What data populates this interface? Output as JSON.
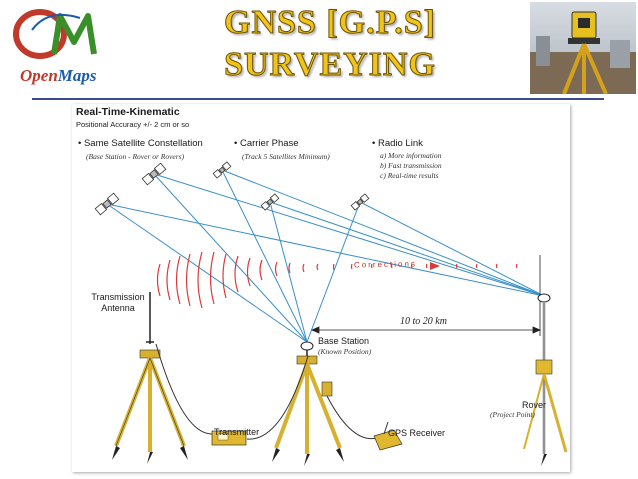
{
  "header": {
    "logo_text_open": "Open",
    "logo_text_maps": "Maps",
    "title_line1": "GNSS [G.P.S]",
    "title_line2": "SURVEYING"
  },
  "diagram": {
    "title": "Real-Time-Kinematic",
    "accuracy": "Positional Accuracy +/- 2 cm or so",
    "constellation": {
      "heading": "• Same Satellite Constellation",
      "note": "(Base Station - Rover or Rovers)"
    },
    "carrier": {
      "heading": "• Carrier Phase",
      "note": "(Track 5 Satellites Minimum)"
    },
    "radio": {
      "heading": "• Radio Link",
      "items": [
        "a)  More information",
        "b)  Fast transmission",
        "c)  Real-time results"
      ]
    },
    "corrections_label": "Corrections",
    "distance_label": "10 to 20 km",
    "antenna_label": [
      "Transmission",
      "Antenna"
    ],
    "base_station": {
      "label": "Base Station",
      "note": "(Known Position)"
    },
    "rover": {
      "label": "Rover",
      "note": "(Project Point)"
    },
    "transmitter_label": "Transmitter",
    "gps_receiver_label": "GPS Receiver"
  }
}
